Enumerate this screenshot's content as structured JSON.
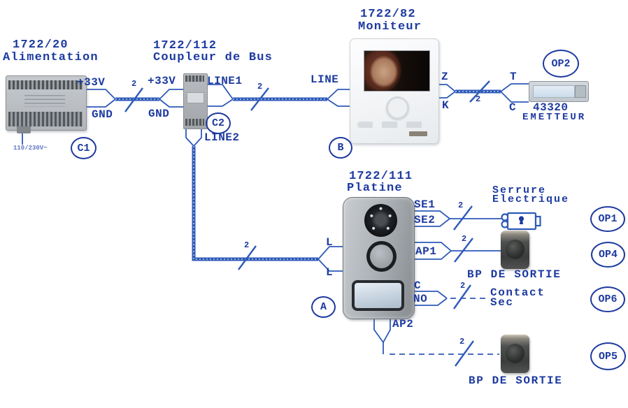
{
  "colors": {
    "ink": "#1d3aa0",
    "wire": "#2e5ab8"
  },
  "labels": {
    "wire_count": "2"
  },
  "power_supply": {
    "model": "1722/20",
    "title": "Alimentation",
    "ref": "C1",
    "terminal_v": "+33V",
    "terminal_gnd": "GND",
    "mains": "110/230V~"
  },
  "bus_coupler": {
    "model": "1722/112",
    "title": "Coupleur de Bus",
    "ref": "C2",
    "terminal_v": "+33V",
    "terminal_gnd": "GND",
    "terminal_line1": "LINE1",
    "terminal_line2": "LINE2"
  },
  "monitor": {
    "model": "1722/82",
    "title": "Moniteur",
    "ref": "B",
    "terminal_line": "LINE",
    "terminal_z": "Z",
    "terminal_k": "K"
  },
  "emitter": {
    "model": "43320",
    "title": "EMETTEUR",
    "ref": "OP2",
    "terminal_t": "T",
    "terminal_c": "C"
  },
  "door_station": {
    "model": "1722/111",
    "title": "Platine",
    "ref": "A",
    "terminal_l_top": "L",
    "terminal_l_bottom": "L",
    "terminal_se1": "SE1",
    "terminal_se2": "SE2",
    "terminal_ap1": "AP1",
    "terminal_c": "C",
    "terminal_no": "NO",
    "terminal_ap2": "AP2"
  },
  "electric_lock": {
    "title_line1": "Serrure",
    "title_line2": "Electrique",
    "ref": "OP1"
  },
  "exit_button_1": {
    "title": "BP DE SORTIE",
    "ref": "OP4"
  },
  "dry_contact": {
    "title_line1": "Contact",
    "title_line2": "Sec",
    "ref": "OP6"
  },
  "exit_button_2": {
    "title": "BP DE SORTIE",
    "ref": "OP5"
  }
}
